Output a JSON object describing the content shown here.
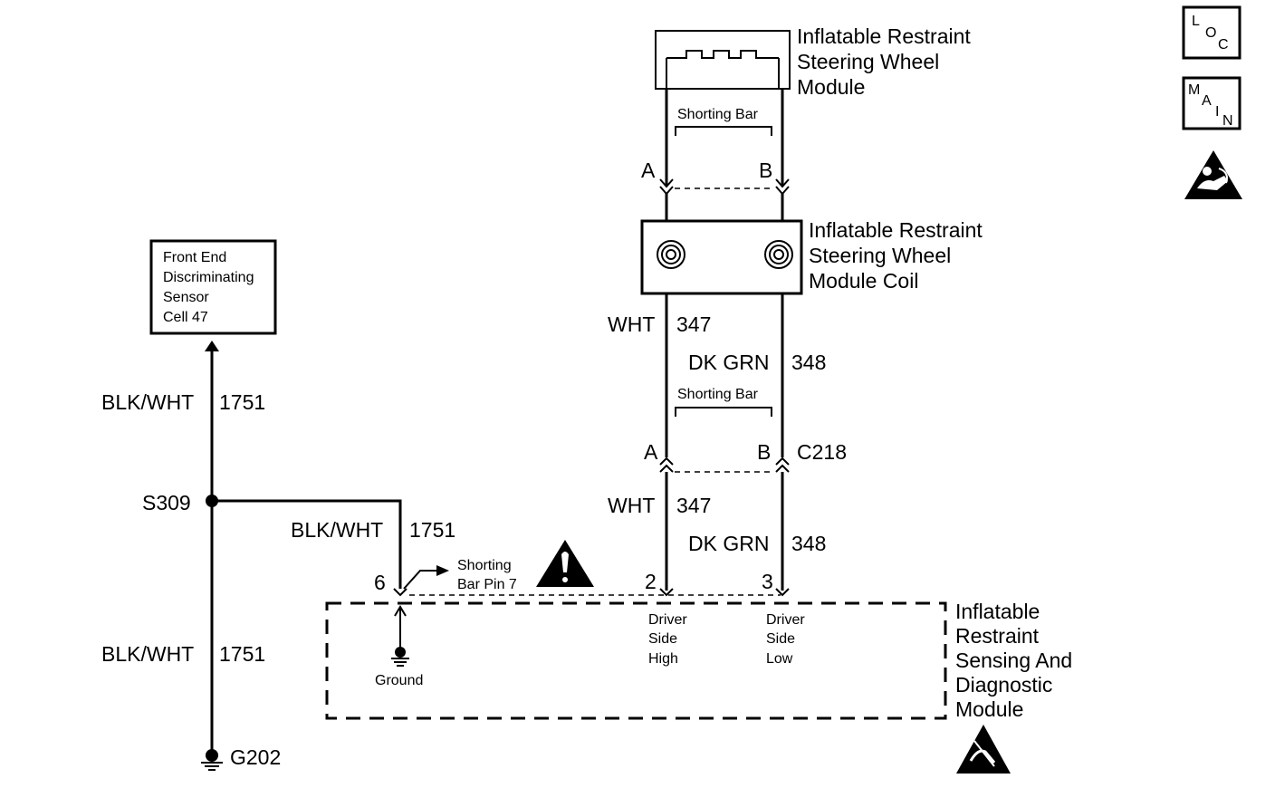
{
  "components": {
    "steering_wheel_module": [
      "Inflatable Restraint",
      "Steering Wheel",
      "Module"
    ],
    "coil": [
      "Inflatable Restraint",
      "Steering Wheel",
      "Module Coil"
    ],
    "front_sensor": [
      "Front End",
      "Discriminating",
      "Sensor",
      "Cell 47"
    ],
    "sdm": [
      "Inflatable",
      "Restraint",
      "Sensing And",
      "Diagnostic",
      "Module"
    ]
  },
  "shorting_bar_label": "Shorting Bar",
  "connector_letters": {
    "a": "A",
    "b": "B"
  },
  "connector_c218": "C218",
  "wires": {
    "wht": {
      "color": "WHT",
      "circuit": "347"
    },
    "dkgrn": {
      "color": "DK GRN",
      "circuit": "348"
    },
    "blkwht": {
      "color": "BLK/WHT",
      "circuit": "1751"
    }
  },
  "splice": "S309",
  "ground_point": "G202",
  "pins": {
    "p6": "6",
    "p2": "2",
    "p3": "3"
  },
  "shorting_bar_pin": [
    "Shorting",
    "Bar Pin 7"
  ],
  "ground_label": "Ground",
  "driver_high": [
    "Driver",
    "Side",
    "High"
  ],
  "driver_low": [
    "Driver",
    "Side",
    "Low"
  ],
  "loc_icon": {
    "l": "L",
    "o": "O",
    "c": "C"
  },
  "main_icon": {
    "m": "M",
    "a": "A",
    "i": "I",
    "n": "N"
  }
}
